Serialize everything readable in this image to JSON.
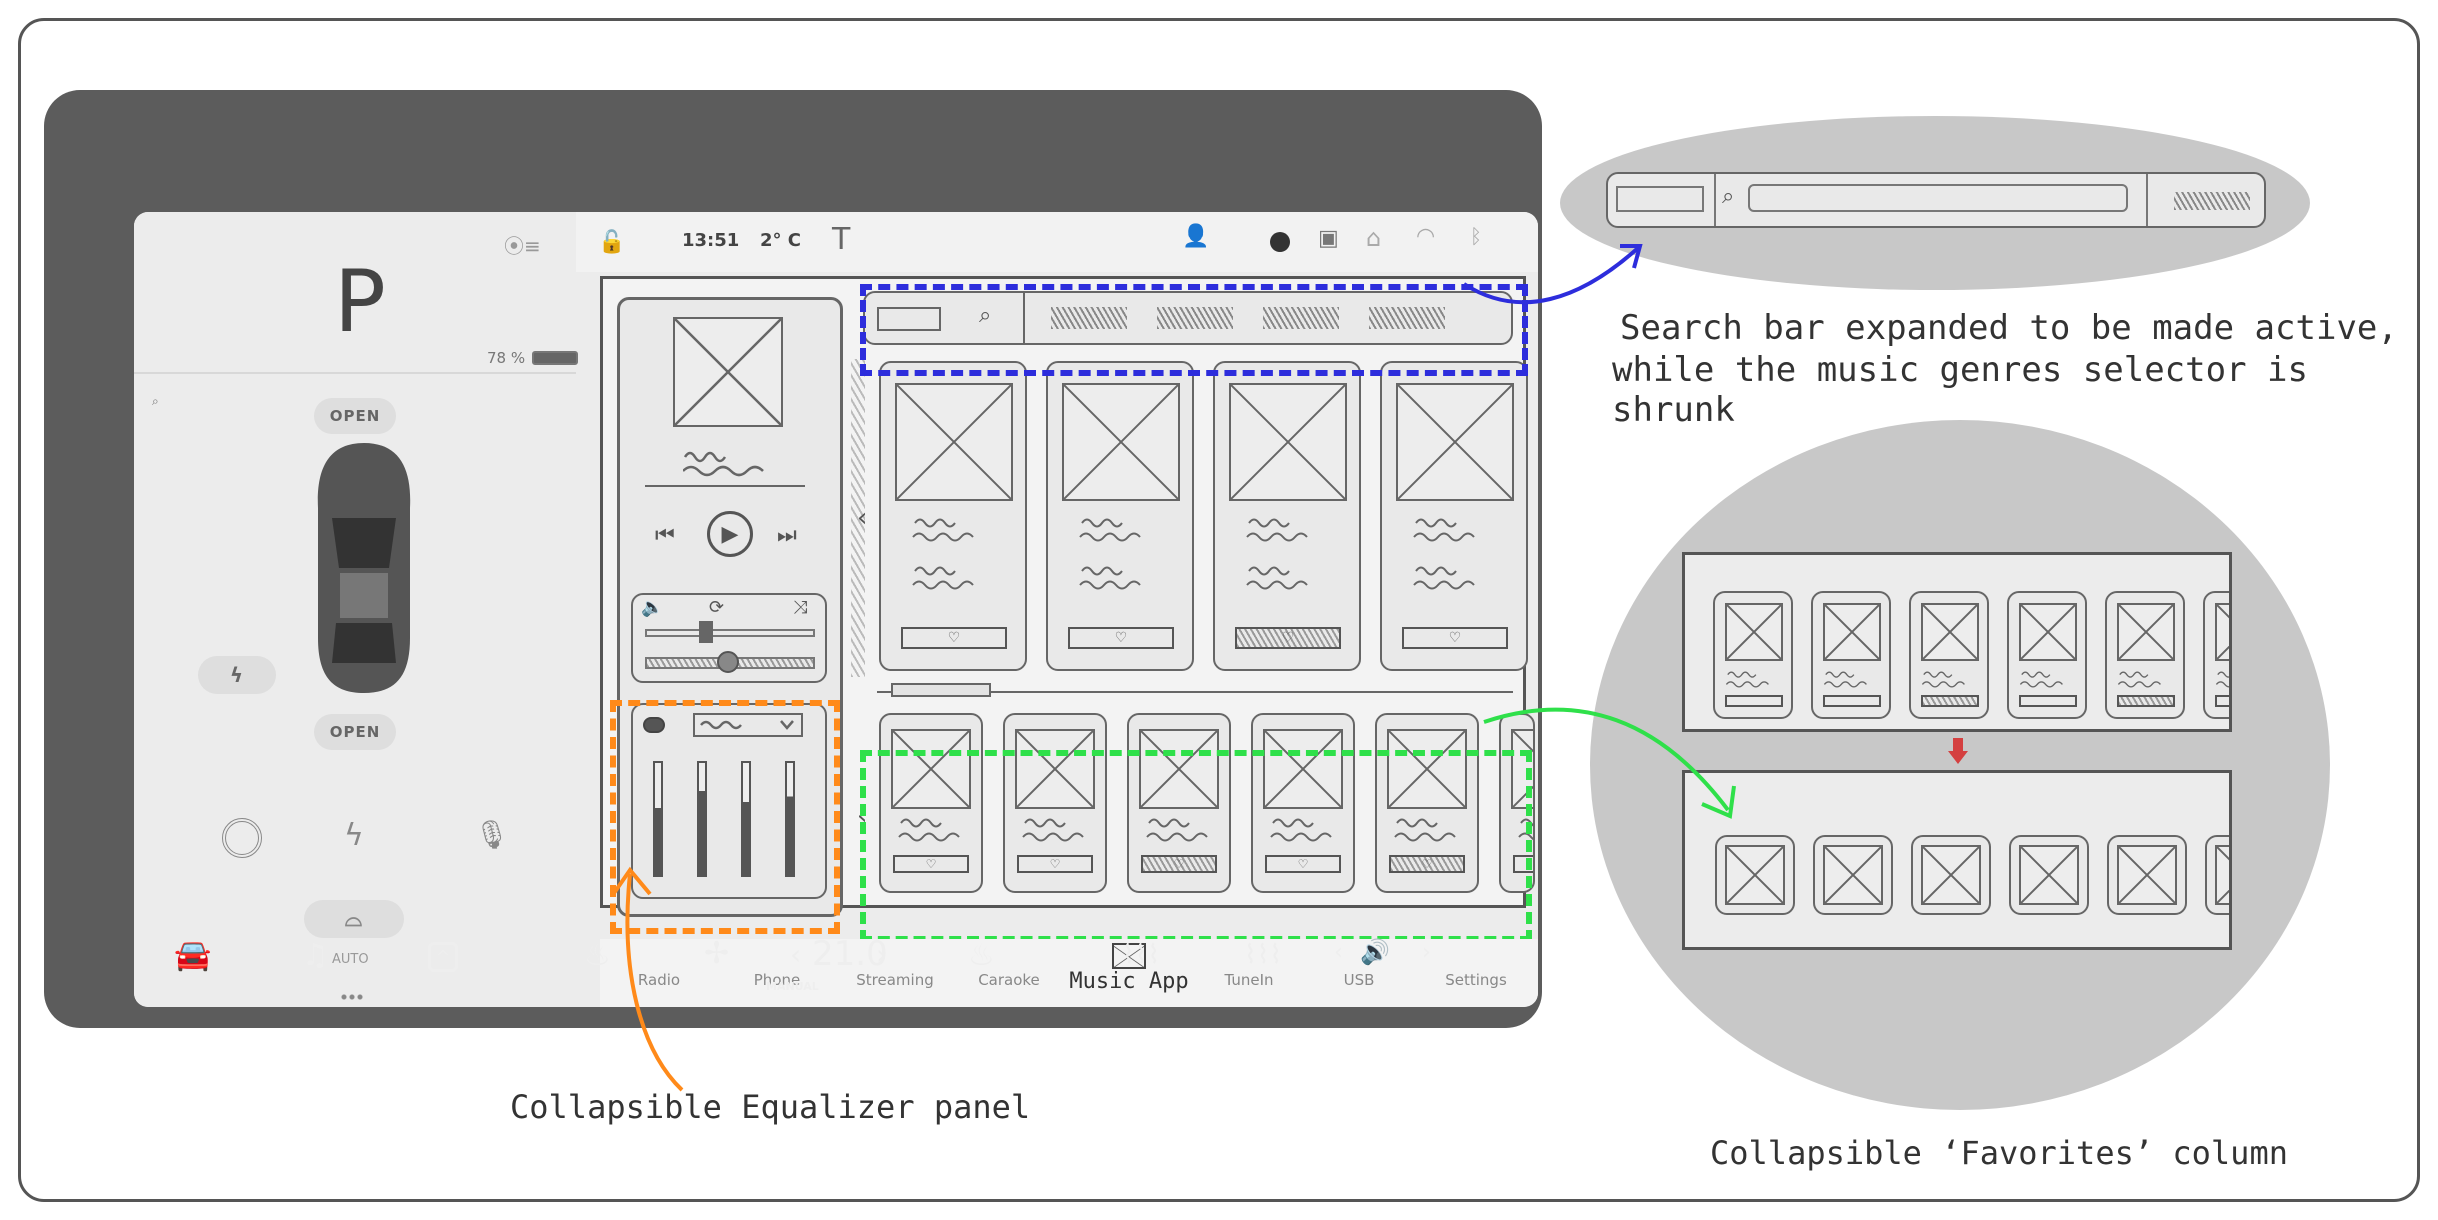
{
  "status_bar": {
    "time": "13:51",
    "temperature": "2° C"
  },
  "vehicle": {
    "gear": "P",
    "battery": "78 %",
    "trunk_front": "OPEN",
    "trunk_rear": "OPEN",
    "wiper": "AUTO"
  },
  "app_tabs": [
    {
      "label": "Radio",
      "icon": "radio-icon"
    },
    {
      "label": "Phone",
      "icon": "phone-icon"
    },
    {
      "label": "Streaming",
      "icon": "streaming-icon"
    },
    {
      "label": "Caraoke",
      "icon": "microphone-icon"
    },
    {
      "label": "Music App",
      "icon": "music-app-icon"
    },
    {
      "label": "TuneIn",
      "icon": "tunein-icon"
    },
    {
      "label": "USB",
      "icon": "usb-icon"
    },
    {
      "label": "Settings",
      "icon": "settings-icon"
    }
  ],
  "climate": {
    "temperature": "21.0",
    "mode": "MANUAL"
  },
  "captions": {
    "search": "Search bar expanded to be made active,",
    "search_line2": "while the music genres selector is shrunk",
    "equalizer": "Collapsible Equalizer panel",
    "favorites": "Collapsible ‘Favorites’ column"
  },
  "colors": {
    "search_highlight": "#2d2ddc",
    "equalizer_highlight": "#ff8a1a",
    "favorites_highlight": "#2fe04a",
    "down_arrow": "#d44040"
  }
}
